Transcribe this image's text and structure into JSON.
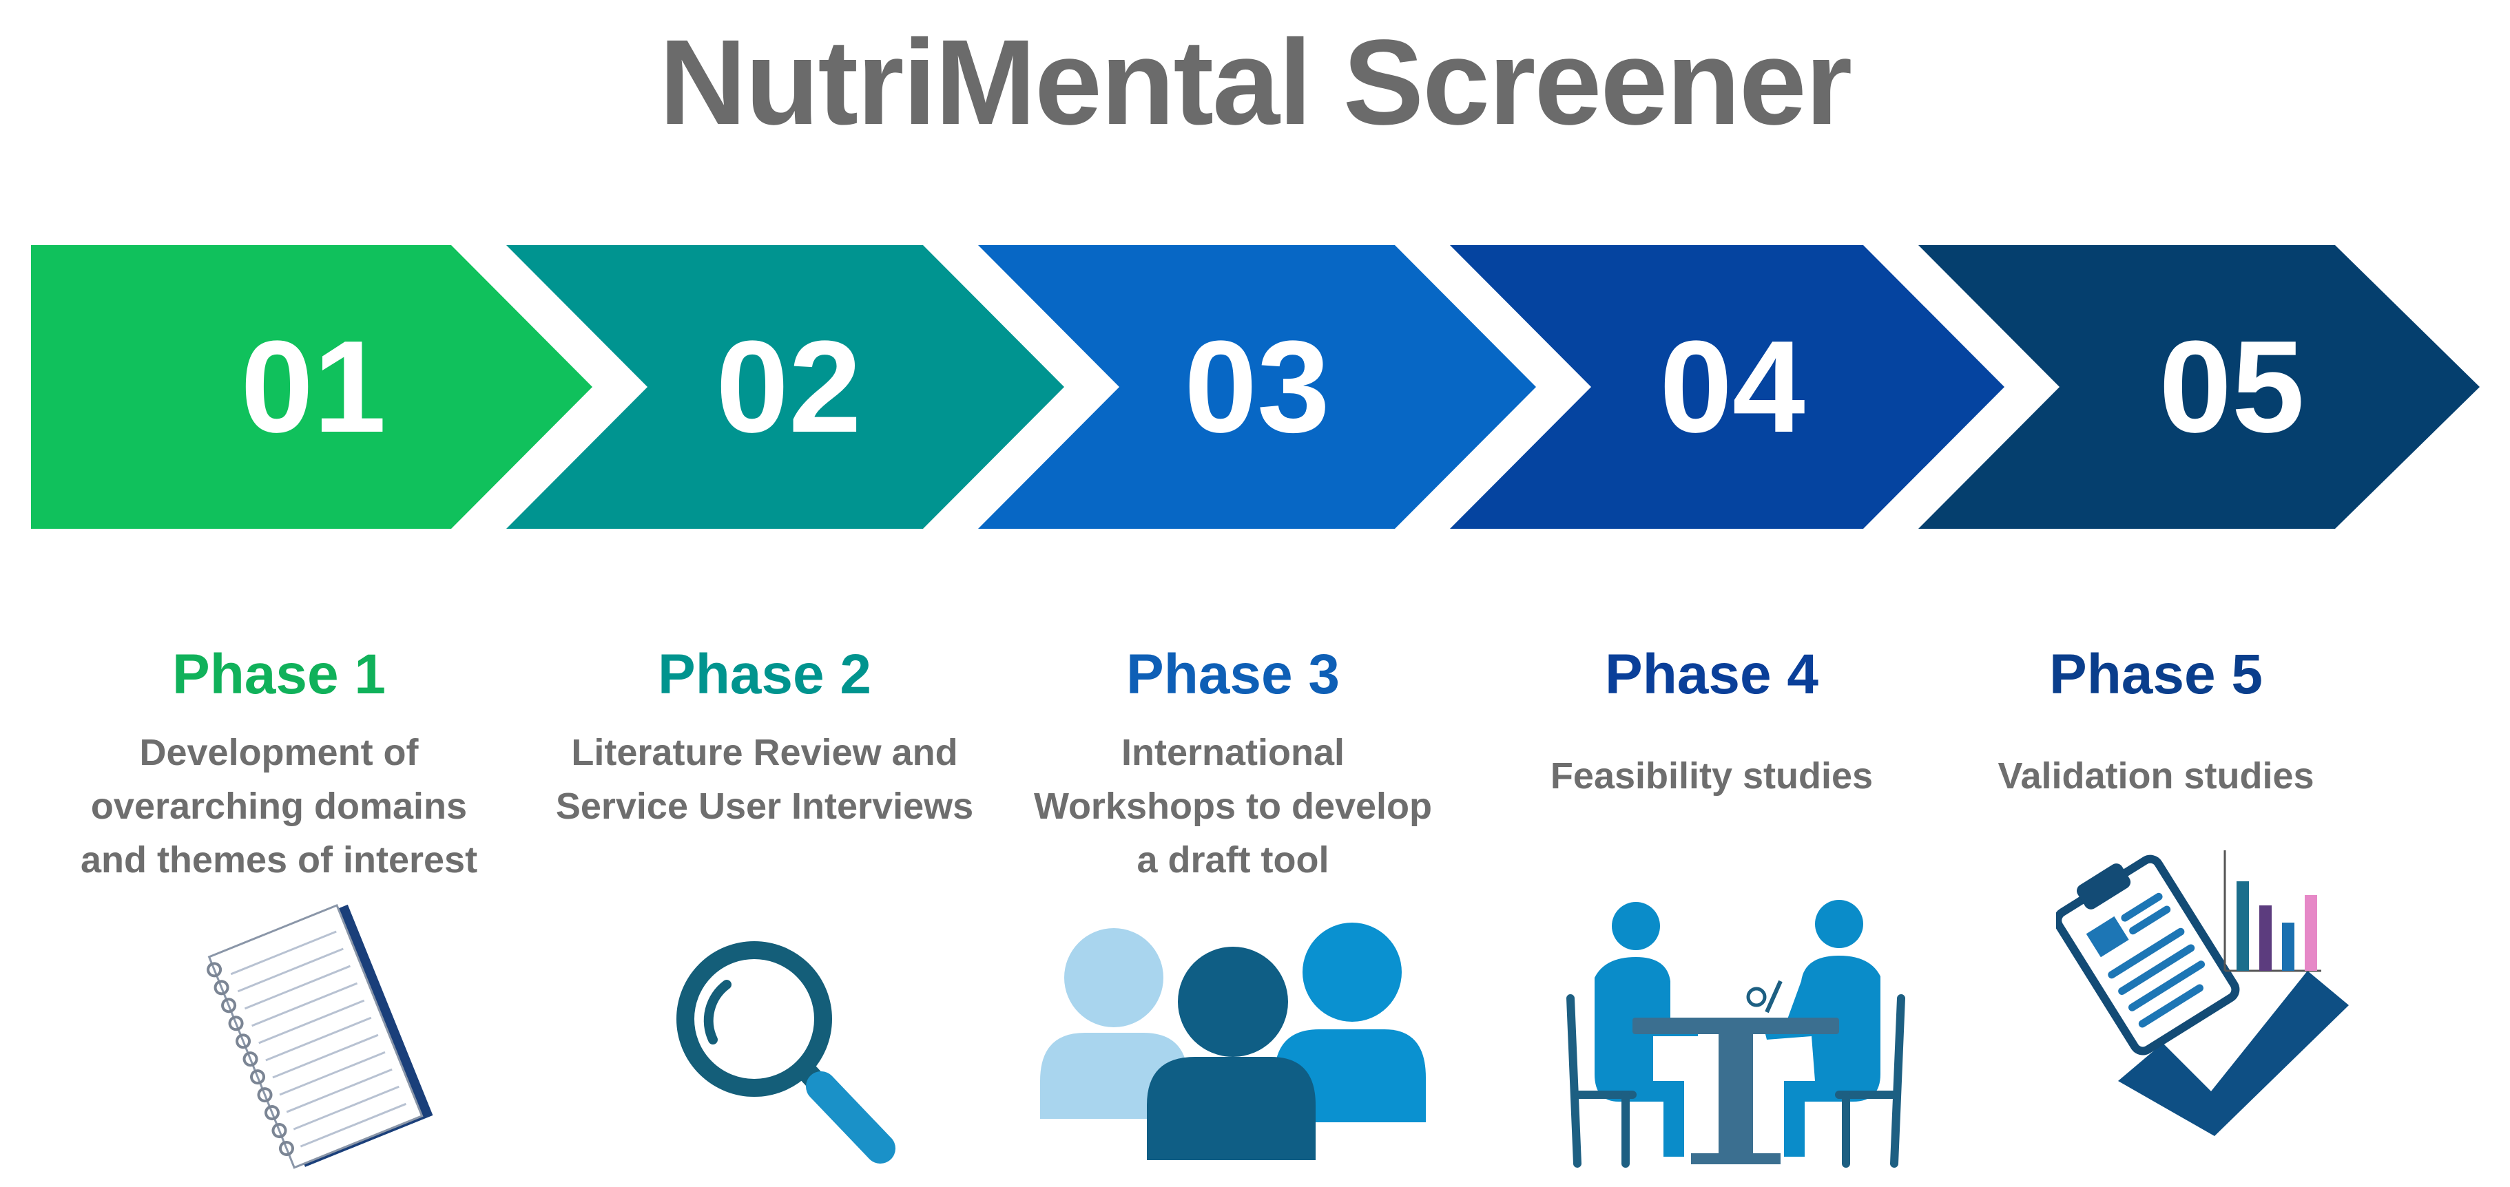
{
  "title": "NutriMental Screener",
  "steps": [
    {
      "number": "01",
      "color": "#10C15C",
      "title": "Phase 1",
      "title_color": "#10B15A",
      "description": "Development of overarching domains and themes of interest",
      "icon": "notebook-icon"
    },
    {
      "number": "02",
      "color": "#009490",
      "title": "Phase 2",
      "title_color": "#00948E",
      "description": "Literature Review and Service User Interviews",
      "icon": "magnifying-glass-icon"
    },
    {
      "number": "03",
      "color": "#0767C5",
      "title": "Phase 3",
      "title_color": "#0E5FB6",
      "description": "International Workshops to develop a draft tool",
      "icon": "people-group-icon"
    },
    {
      "number": "04",
      "color": "#0544A0",
      "title": "Phase 4",
      "title_color": "#0A3F99",
      "description": "Feasibility studies",
      "icon": "meeting-table-icon"
    },
    {
      "number": "05",
      "color": "#053F6E",
      "title": "Phase 5",
      "title_color": "#0A3E8C",
      "description": "Validation studies",
      "icon": "clipboard-chart-check-icon"
    }
  ]
}
